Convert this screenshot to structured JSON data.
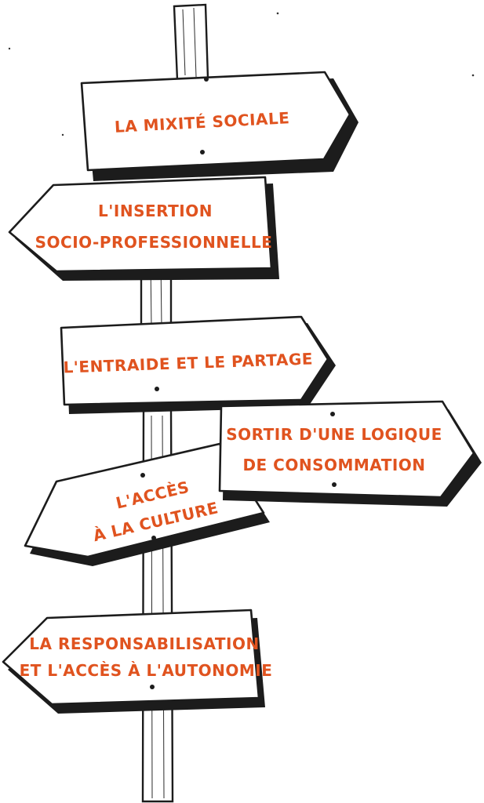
{
  "signs": [
    {
      "id": "mixite",
      "lines": [
        "LA MIXITÉ SOCIALE"
      ]
    },
    {
      "id": "insertion",
      "lines": [
        "L'INSERTION",
        "SOCIO-PROFESSIONNELLE"
      ]
    },
    {
      "id": "entraide",
      "lines": [
        "L'ENTRAIDE ET LE PARTAGE"
      ]
    },
    {
      "id": "sortir",
      "lines": [
        "SORTIR D'UNE LOGIQUE",
        "DE CONSOMMATION"
      ]
    },
    {
      "id": "acces-culture",
      "lines": [
        "L'ACCÈS",
        "À LA CULTURE"
      ]
    },
    {
      "id": "responsabilisation",
      "lines": [
        "LA RESPONSABILISATION",
        "ET L'ACCÈS À L'AUTONOMIE"
      ]
    }
  ],
  "colors": {
    "text": "#e0531f",
    "ink": "#1c1c1c",
    "board": "#ffffff"
  }
}
